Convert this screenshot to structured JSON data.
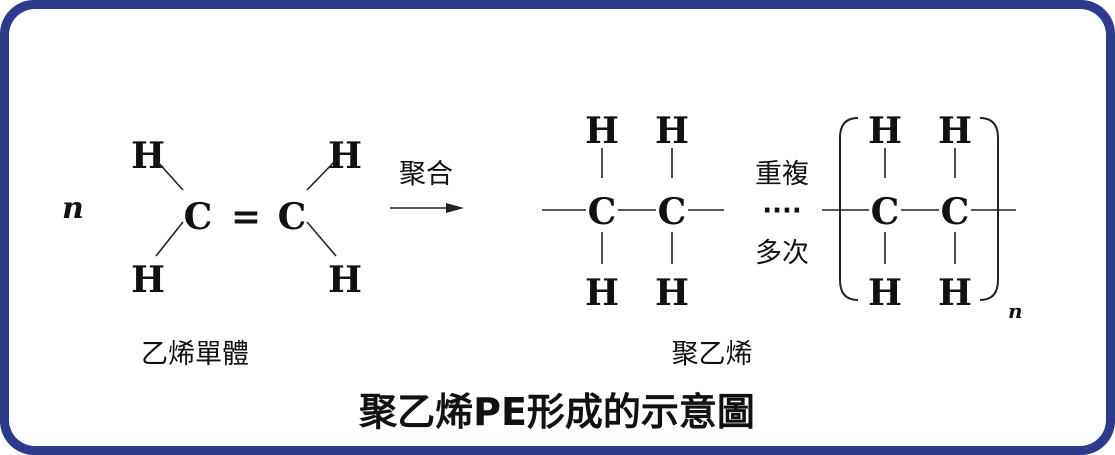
{
  "monomer": {
    "coefficient": "n",
    "atom_h": "H",
    "atom_c": "C",
    "bond": "=",
    "label": "乙烯單體"
  },
  "reaction": {
    "label": "聚合"
  },
  "polymer": {
    "atom_h": "H",
    "atom_c": "C",
    "repeat_label": "重複",
    "dots": "····",
    "times_label": "多次",
    "subscript": "n",
    "label": "聚乙烯"
  },
  "caption": "聚乙烯PE形成的示意圖",
  "colors": {
    "frame": "#2e3a8c",
    "panel": "#ffffff",
    "ink": "#111111"
  }
}
